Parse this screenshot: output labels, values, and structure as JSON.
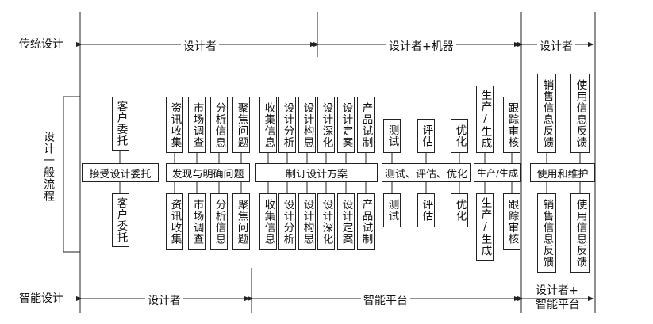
{
  "rows": {
    "traditional": "传统设计",
    "intelligent": "智能设计",
    "general_process": "设计一般流程"
  },
  "traditional_arrows": {
    "designer": "设计者",
    "designer_machine": "设计者+机器",
    "designer_end": "设计者"
  },
  "intelligent_arrows": {
    "designer": "设计者",
    "platform": "智能平台",
    "designer_platform_1": "设计者+",
    "designer_platform_2": "智能平台"
  },
  "stages": {
    "accept": "接受设计委托",
    "discover": "发现与明确问题",
    "plan": "制订设计方案",
    "test": "测试、评估、优化",
    "produce": "生产/生成",
    "maintain": "使用和维护"
  },
  "tasks": {
    "client": "客户委托",
    "info": "资讯收集",
    "market": "市场调查",
    "analysis": "分析信息",
    "focus": "聚焦问题",
    "collect": "收集信息",
    "design_analysis": "设计分析",
    "concept": "设计构思",
    "deepen": "设计深化",
    "finalize": "设计定案",
    "prototype": "产品试制",
    "test": "测试",
    "evaluate": "评估",
    "optimize": "优化",
    "produce": "生产/生成",
    "track": "跟踪审核",
    "sales_fb": "销售信息反馈",
    "use_fb": "使用信息反馈"
  }
}
